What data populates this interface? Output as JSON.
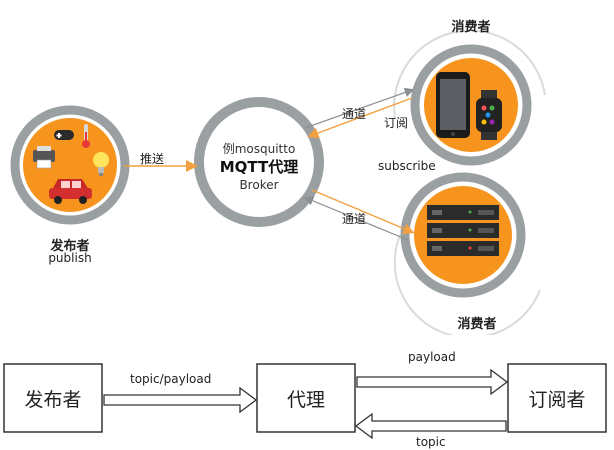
{
  "upper": {
    "publisher": {
      "title": "发布者",
      "subtitle": "publish"
    },
    "broker": {
      "line1": "例mosquitto",
      "line2": "MQTT代理",
      "line3": "Broker"
    },
    "consumer_top": {
      "title": "消费者"
    },
    "consumer_bottom": {
      "title": "消费者"
    },
    "edge_push": "推送",
    "edge_channel_top": "通道",
    "edge_subscribe": "订阅",
    "edge_subscribe_en": "subscribe",
    "edge_channel_bottom": "通道"
  },
  "lower": {
    "publisher_box": "发布者",
    "broker_box": "代理",
    "subscriber_box": "订阅者",
    "label_topic_payload": "topic/payload",
    "label_payload": "payload",
    "label_topic": "topic"
  },
  "colors": {
    "orange": "#f7941d",
    "ring_gray": "#9a9fa2",
    "arrow_orange": "#f2a040",
    "arrow_gray": "#8a8f93"
  }
}
